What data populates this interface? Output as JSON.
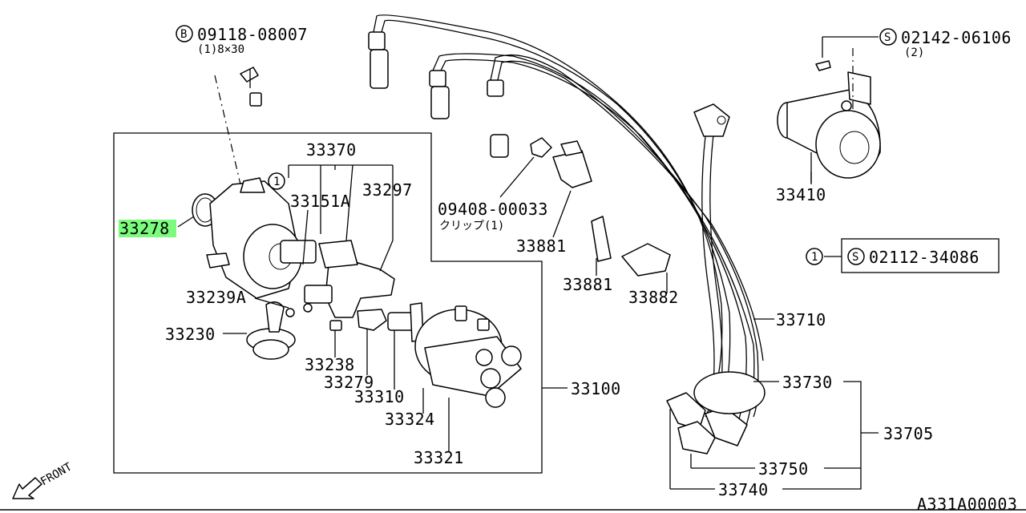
{
  "labels": {
    "bolt_code": "09118-08007",
    "bolt_sub": "(1)8×30",
    "screw_code": "02142-06106",
    "screw_sub": "(2)",
    "kit_ref": "02112-34086",
    "clip_code": "09408-00033",
    "clip_sub": "クリップ(1)",
    "figure_id": "A331A00003",
    "front": "FRONT"
  },
  "callouts": {
    "c1": "1",
    "c2": "1"
  },
  "circled_letters": {
    "b": "B",
    "s1": "S",
    "s2": "S"
  },
  "parts": {
    "p33278": "33278",
    "p33370": "33370",
    "p33151A": "33151A",
    "p33297": "33297",
    "p33239A": "33239A",
    "p33230": "33230",
    "p33238": "33238",
    "p33279": "33279",
    "p33310": "33310",
    "p33324": "33324",
    "p33321": "33321",
    "p33100": "33100",
    "p33881a": "33881",
    "p33881b": "33881",
    "p33882": "33882",
    "p33410": "33410",
    "p33710": "33710",
    "p33730": "33730",
    "p33705": "33705",
    "p33750": "33750",
    "p33740": "33740"
  },
  "highlight_color": "#7CFC7C"
}
